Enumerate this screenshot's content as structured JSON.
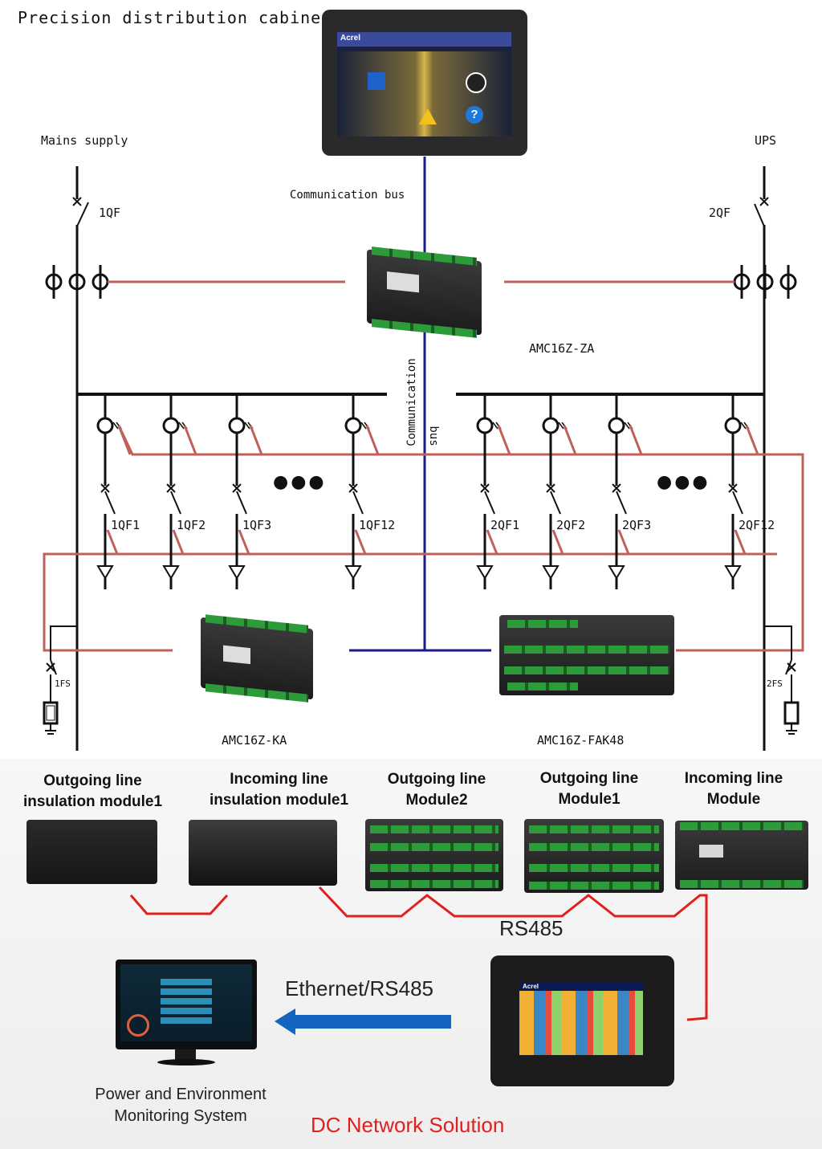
{
  "top": {
    "title": "Precision distribution cabinet",
    "mains": "Mains supply",
    "ups": "UPS",
    "comm_bus": "Communication bus",
    "comm_bus_vertical_1": "Communication",
    "comm_bus_vertical_2": "bus",
    "breaker_1qf": "1QF",
    "breaker_2qf": "2QF",
    "device_za": "AMC16Z-ZA",
    "device_ka": "AMC16Z-KA",
    "device_fak48": "AMC16Z-FAK48",
    "fs_1": "1FS",
    "fs_2": "2FS",
    "left_branches": [
      "1QF1",
      "1QF2",
      "1QF3",
      "1QF12"
    ],
    "right_branches": [
      "2QF1",
      "2QF2",
      "2QF3",
      "2QF12"
    ],
    "ellipsis": "●●●",
    "screen_brand": "Acrel"
  },
  "bottom": {
    "modules": [
      {
        "line1": "Outgoing line",
        "line2": "insulation module1"
      },
      {
        "line1": "Incoming line",
        "line2": "insulation module1"
      },
      {
        "line1": "Outgoing line",
        "line2": "Module2"
      },
      {
        "line1": "Outgoing line",
        "line2": "Module1"
      },
      {
        "line1": "Incoming line",
        "line2": "Module"
      }
    ],
    "rs485": "RS485",
    "ethernet": "Ethernet/RS485",
    "system_line1": "Power and Environment",
    "system_line2": "Monitoring System",
    "footer": "DC Network Solution",
    "hmi_brand": "Acrel"
  },
  "colors": {
    "bus_red": "#c0605a",
    "comm_blue": "#1a1a8a",
    "arrow_blue": "#1565c0",
    "rs_red": "#e0201c",
    "footer_red": "#e02020"
  }
}
